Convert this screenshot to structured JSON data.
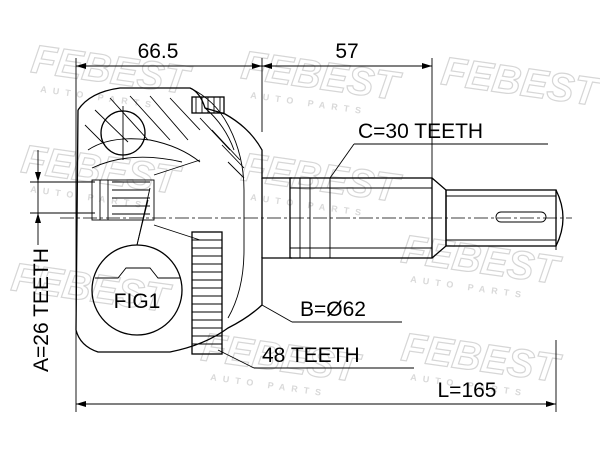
{
  "diagram": {
    "dimensions": {
      "outer_length": "66.5",
      "shaft_length": "57",
      "total_length": "L=165",
      "spline_c": "C=30 TEETH",
      "spline_a": "A=26 TEETH",
      "diameter_b": "B=Ø62",
      "abs_ring": "48 TEETH"
    },
    "figure_label": "FIG1",
    "watermark": {
      "brand": "FEBEST",
      "sub": "AUTO PARTS"
    }
  }
}
